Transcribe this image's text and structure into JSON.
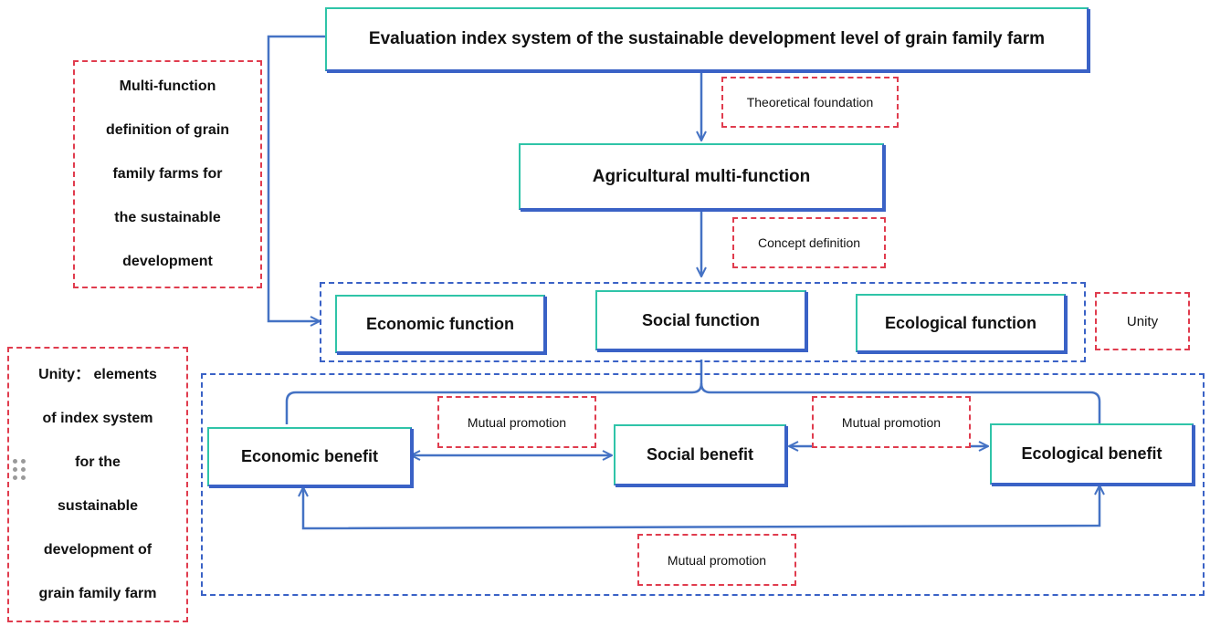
{
  "title_box": "Evaluation index system of the sustainable development level of grain family farm",
  "agri_box": "Agricultural multi-function",
  "notes": {
    "theoretical": "Theoretical foundation",
    "concept": "Concept definition",
    "unity": "Unity",
    "mutual_left": "Mutual promotion",
    "mutual_right": "Mutual promotion",
    "mutual_bottom": "Mutual promotion"
  },
  "side_top_lines": [
    "Multi-function",
    "definition of grain",
    "family farms for",
    "the sustainable",
    "development"
  ],
  "side_bottom_lines": [
    "Unity： elements",
    "of index system",
    "for the",
    "sustainable",
    "development of",
    "grain family farm"
  ],
  "functions": {
    "economic": "Economic function",
    "social": "Social function",
    "ecological": "Ecological function"
  },
  "benefits": {
    "economic": "Economic benefit",
    "social": "Social benefit",
    "ecological": "Ecological benefit"
  },
  "colors": {
    "arrow": "#4472c4",
    "dash_red": "#e03c4e",
    "dash_blue": "#3a62c6",
    "accent": "#2fc4a8"
  }
}
